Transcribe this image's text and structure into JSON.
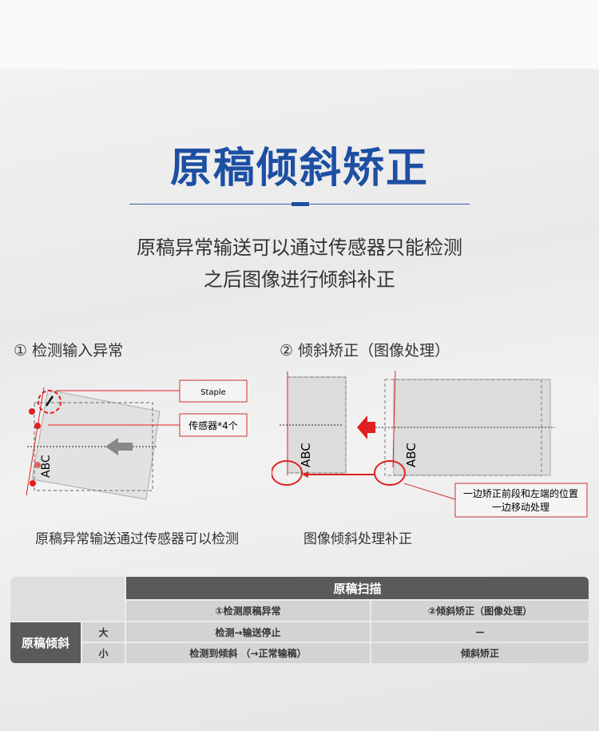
{
  "title": "原稿倾斜矫正",
  "subtitle": [
    "原稿异常输送可以通过传感器只能检测",
    "之后图像进行倾斜补正"
  ],
  "section1": {
    "heading": "① 检测输入异常",
    "staple_label": "Staple",
    "sensor_label": "传感器*4个",
    "doc_text": "ABC",
    "caption": "原稿异常输送通过传感器可以检测"
  },
  "section2": {
    "heading": "② 倾斜矫正（图像处理）",
    "doc_text": "ABC",
    "note": [
      "一边矫正前段和左端的位置",
      "一边移动处理"
    ],
    "caption": "图像倾斜处理补正"
  },
  "table": {
    "header": "原稿扫描",
    "col1": "①检测原稿异常",
    "col2": "②倾斜矫正（图像处理）",
    "row_header": "原稿倾斜",
    "rows": [
      {
        "level": "大",
        "c1": "检测→输送停止",
        "c2": "ー"
      },
      {
        "level": "小",
        "c1": "检测到倾斜 （→正常输稿）",
        "c2": "倾斜矫正"
      }
    ]
  },
  "colors": {
    "title": "#1d4fa3",
    "accent_red": "#e02020",
    "table_dark": "#5a5a5a"
  }
}
